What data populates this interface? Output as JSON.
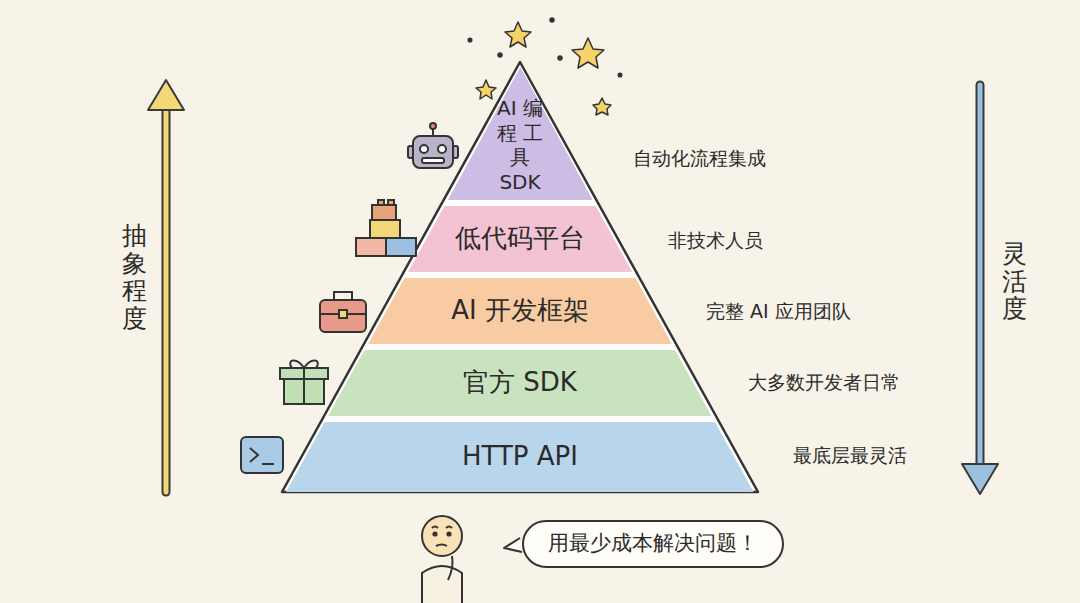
{
  "diagram": {
    "nodes": [
      {
        "text": [
          "AI 编程 工具 SDK"
        ]
      },
      {
        "text": [
          "低代码平台"
        ]
      },
      {
        "text": [
          "AI 开发框架"
        ]
      },
      {
        "text": [
          "官方 SDK"
        ]
      },
      {
        "text": [
          "HTTP API"
        ]
      },
      {
        "text": [
          "用最少成本解决问题！"
        ]
      }
    ],
    "labels": [
      "自动化流程集成",
      "非技术人员",
      "完整 AI 应用团队",
      "大多数开发者日常",
      "最底层最灵活",
      "抽象程度",
      "灵活度"
    ]
  }
}
